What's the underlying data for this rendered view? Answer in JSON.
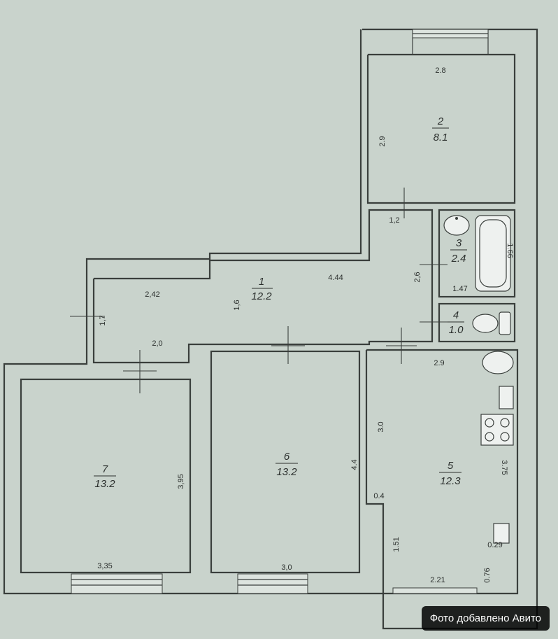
{
  "rooms": [
    {
      "id": "r1",
      "number": "1",
      "area": "12.2"
    },
    {
      "id": "r2",
      "number": "2",
      "area": "8.1"
    },
    {
      "id": "r3",
      "number": "3",
      "area": "2.4"
    },
    {
      "id": "r4",
      "number": "4",
      "area": "1.0"
    },
    {
      "id": "r5",
      "number": "5",
      "area": "12.3"
    },
    {
      "id": "r6",
      "number": "6",
      "area": "13.2"
    },
    {
      "id": "r7",
      "number": "7",
      "area": "13.2"
    }
  ],
  "dimensions": {
    "r2_width": "2.8",
    "r2_depth": "2.9",
    "corridor_small": "1,2",
    "r3_height": "1.66",
    "r3_width": "1.47",
    "r3_door_side": "2,6",
    "hall_length": "4.44",
    "hall_left": "2,42",
    "hall_depth": "1,6",
    "hall_end": "1,7",
    "hall_bottom": "2,0",
    "r5_width": "2.9",
    "r5_depth": "3.0",
    "r5_right": "3.75",
    "r5_niche": "0.4",
    "r5_lower": "1.51",
    "r5_small": "0.29",
    "r5_bottom": "2.21",
    "r5_corner": "0.76",
    "r6_depth": "4.4",
    "r6_width": "3,0",
    "r7_depth": "3,95",
    "r7_width": "3,35"
  },
  "watermark": "Фото добавлено Авито"
}
